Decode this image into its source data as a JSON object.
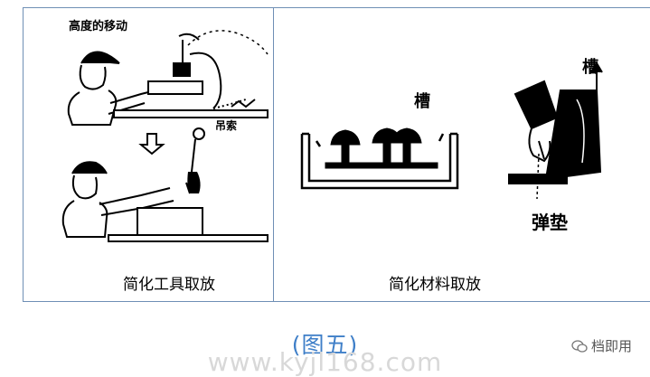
{
  "left_panel": {
    "top_label": "高度的移动",
    "side_label": "吊索",
    "caption": "简化工具取放"
  },
  "right_panel": {
    "label_groove_left": "槽",
    "label_groove_right": "槽",
    "label_spring_washer": "弹垫",
    "caption": "简化材料取放"
  },
  "figure_label": "(图五)",
  "badge": {
    "icon": "wechat-icon",
    "text": "档即用"
  },
  "watermark": "www.kyjl168.com",
  "colors": {
    "frame": "#6f8fb5",
    "figure_label": "#3f7fc8",
    "watermark": "#d8d8d8"
  }
}
